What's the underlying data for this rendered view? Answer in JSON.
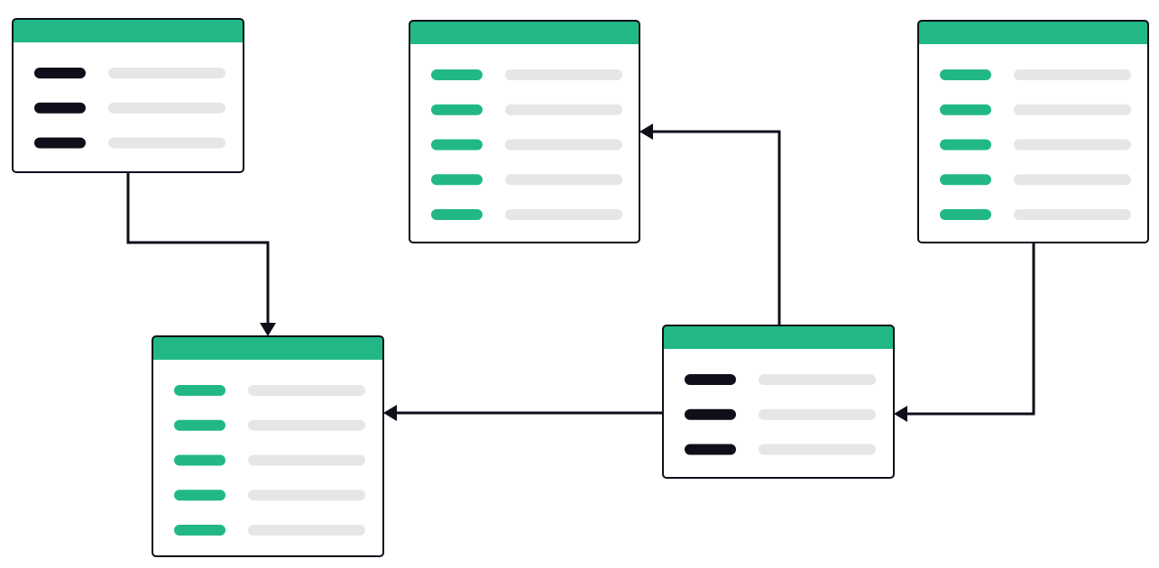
{
  "colors": {
    "background": "#ffffff",
    "header": "#22b886",
    "border": "#0e0f1a",
    "key_dark": "#0e0f1a",
    "key_green": "#22b886",
    "value_placeholder": "#e6e6e6",
    "connector": "#0e0f1a"
  },
  "tables": [
    {
      "id": "table-top-left",
      "key_style": "dark",
      "row_count": 3
    },
    {
      "id": "table-top-center",
      "key_style": "green",
      "row_count": 5
    },
    {
      "id": "table-top-right",
      "key_style": "green",
      "row_count": 5
    },
    {
      "id": "table-bottom-left",
      "key_style": "green",
      "row_count": 5
    },
    {
      "id": "table-bottom-right",
      "key_style": "dark",
      "row_count": 3
    }
  ],
  "connections": [
    {
      "from": "table-top-left",
      "to": "table-bottom-left"
    },
    {
      "from": "table-bottom-right",
      "to": "table-top-center"
    },
    {
      "from": "table-top-right",
      "to": "table-bottom-right"
    },
    {
      "from": "table-bottom-right",
      "to": "table-bottom-left"
    }
  ]
}
